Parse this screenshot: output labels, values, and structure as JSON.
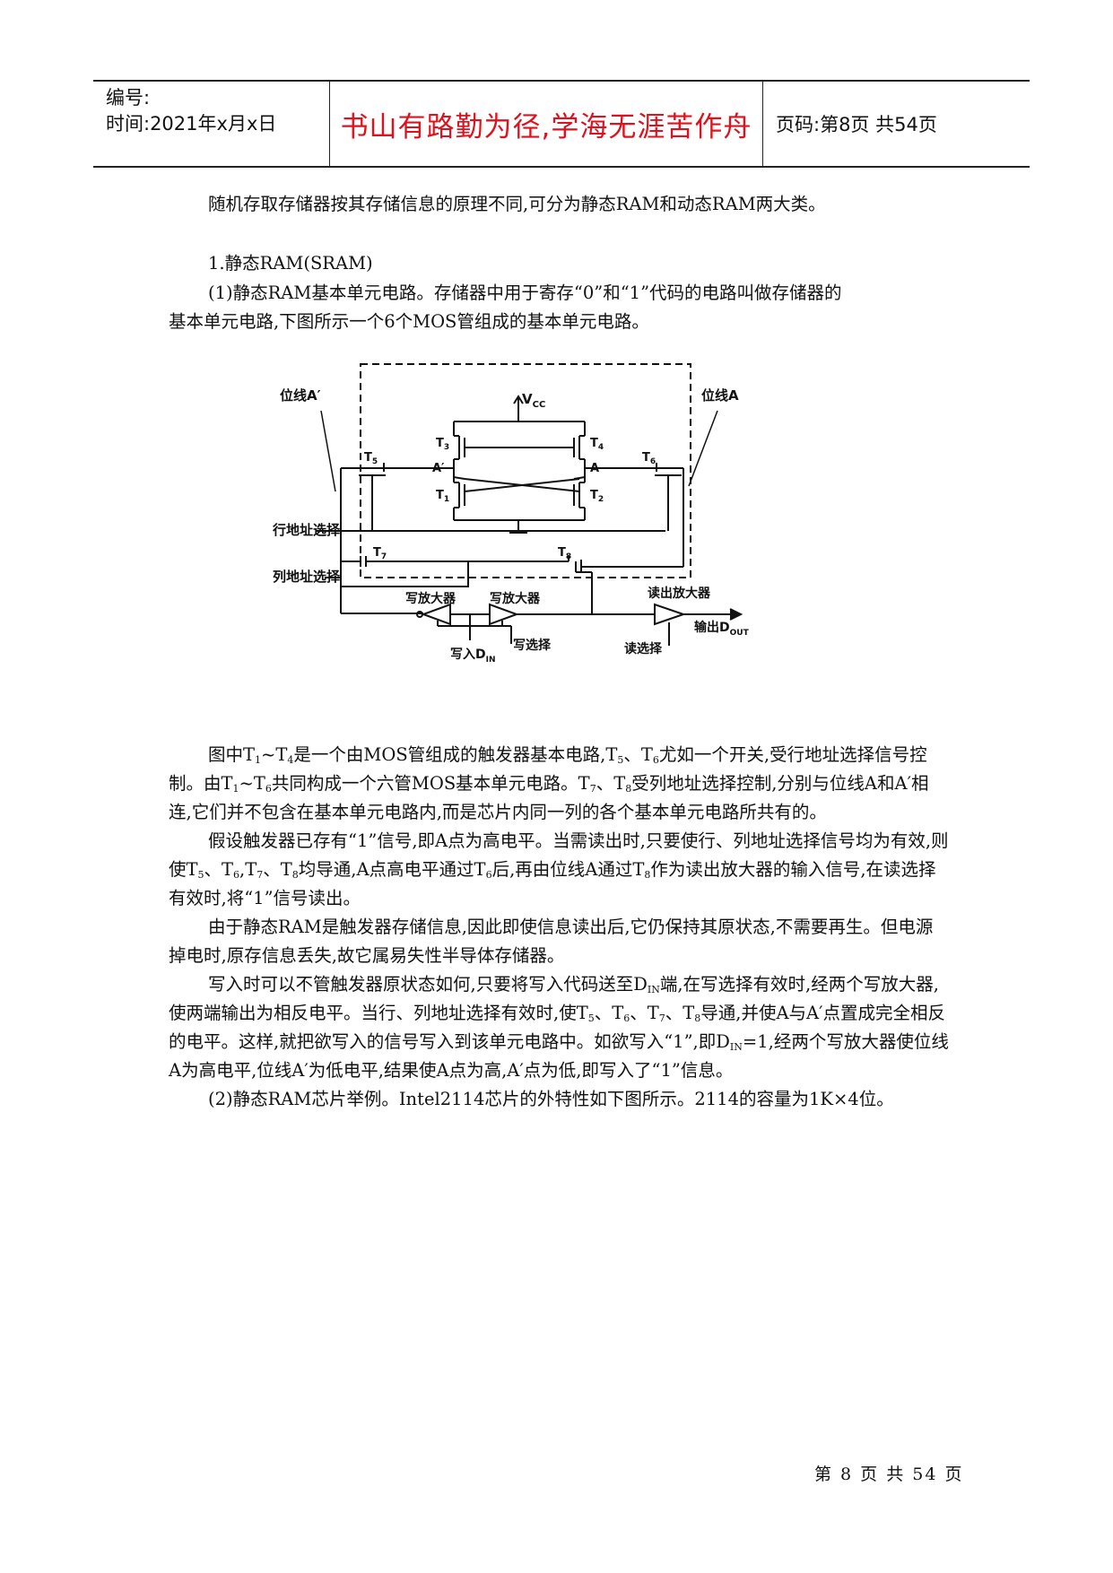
{
  "header": {
    "number_label": "编号:",
    "time_label": "时间:2021年x月x日",
    "motto": "书山有路勤为径,学海无涯苦作舟",
    "page_label": "页码:第8页 共54页"
  },
  "para_intro": "随机存取存储器按其存储信息的原理不同,可分为静态RAM和动态RAM两大类。",
  "section_heading": "1.静态RAM(SRAM)",
  "para_1": [
    "(1)静态RAM基本单元电路。存储器中用于寄存“0”和“1”代码的电路叫做存储器的",
    "基本单元电路,下图所示一个6个MOS管组成的基本单元电路。"
  ],
  "figure": {
    "vcc": "V",
    "vcc_sub": "CC",
    "bitline_a_prime": "位线A′",
    "bitline_a": "位线A",
    "row_select": "行地址选择",
    "col_select": "列地址选择",
    "write_amp_1": "写放大器",
    "write_amp_2": "写放大器",
    "read_amp": "读出放大器",
    "write_in": "写入D",
    "write_in_sub": "IN",
    "write_select": "写选择",
    "read_select": "读选择",
    "output": "输出D",
    "output_sub": "OUT",
    "node_a_prime": "A′",
    "node_a": "A",
    "t1": "T",
    "t1_sub": "1",
    "t2": "T",
    "t2_sub": "2",
    "t3": "T",
    "t3_sub": "3",
    "t4": "T",
    "t4_sub": "4",
    "t5": "T",
    "t5_sub": "5",
    "t6": "T",
    "t6_sub": "6",
    "t7": "T",
    "t7_sub": "7",
    "t8": "T",
    "t8_sub": "8"
  },
  "para_2": {
    "a": "图中T",
    "s1": "1",
    "b": "~T",
    "s4": "4",
    "c": "是一个由MOS管组成的触发器基本电路,T",
    "s5": "5",
    "d": "、T",
    "s6": "6",
    "e": "尤如一个开关,受行地址选择信号控制。由T",
    "s1b": "1",
    "f": "~T",
    "s6b": "6",
    "g": "共同构成一个六管MOS基本单元电路。T",
    "s7": "7",
    "h": "、T",
    "s8": "8",
    "i": "受列地址选择控制,分别与位线A和A′相连,它们并不包含在基本单元电路内,而是芯片内同一列的各个基本单元电路所共有的。"
  },
  "para_3": {
    "a": "假设触发器已存有“1”信号,即A点为高电平。当需读出时,只要使行、列地址选择信号均为有效,则使T",
    "s5": "5",
    "b": "、T",
    "s6": "6",
    "c": ",T",
    "s7": "7",
    "d": "、T",
    "s8": "8",
    "e": "均导通,A点高电平通过T",
    "s6b": "6",
    "f": "后,再由位线A通过T",
    "s8b": "8",
    "g": "作为读出放大器的输入信号,在读选择有效时,将“1”信号读出。"
  },
  "para_4": "由于静态RAM是触发器存储信息,因此即使信息读出后,它仍保持其原状态,不需要再生。但电源掉电时,原存信息丢失,故它属易失性半导体存储器。",
  "para_5": {
    "a": "写入时可以不管触发器原状态如何,只要将写入代码送至D",
    "sin": "IN",
    "b": "端,在写选择有效时,经两个写放大器,使两端输出为相反电平。当行、列地址选择有效时,使T",
    "s5": "5",
    "c": "、T",
    "s6": "6",
    "d": "、T",
    "s7": "7",
    "e": "、T",
    "s8": "8",
    "f": "导通,并使A与A′点置成完全相反的电平。这样,就把欲写入的信号写入到该单元电路中。如欲写入“1”,即D",
    "sin2": "IN",
    "g": "=1,经两个写放大器使位线A为高电平,位线A′为低电平,结果使A点为高,A′点为低,即写入了“1”信息。"
  },
  "para_6": "(2)静态RAM芯片举例。Intel2114芯片的外特性如下图所示。2114的容量为1K×4位。",
  "footer": "第 8 页 共 54 页"
}
